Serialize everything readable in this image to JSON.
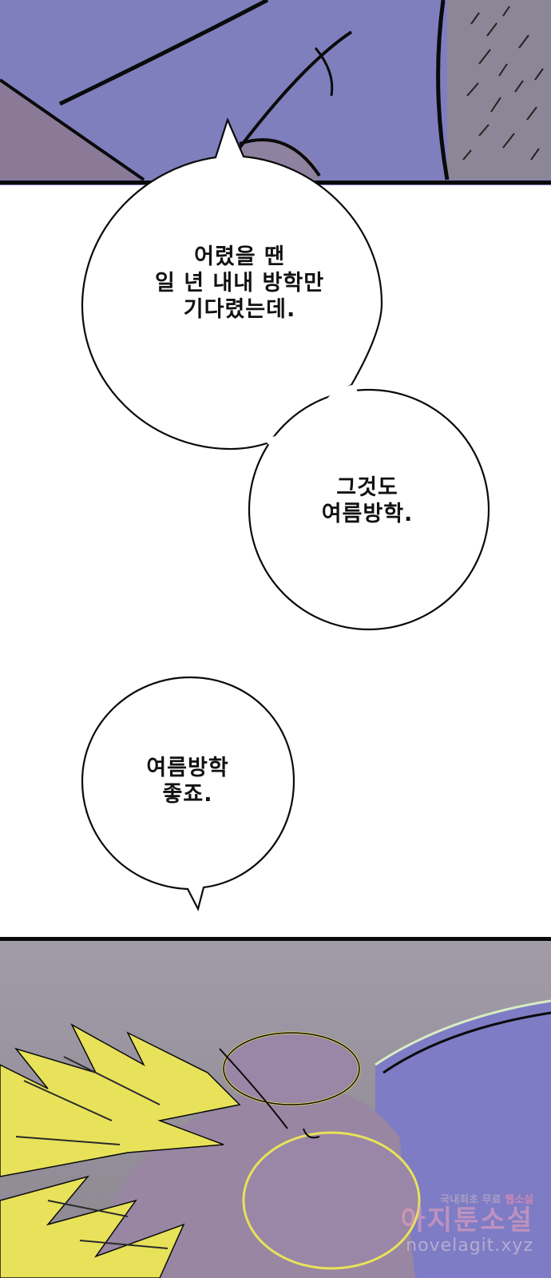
{
  "bubbles": [
    {
      "lines": [
        "어렸을 땐",
        "일 년 내내 방학만",
        "기다렸는데."
      ]
    },
    {
      "lines": [
        "그것도",
        "여름방학."
      ]
    },
    {
      "lines": [
        "여름방학",
        "좋죠."
      ]
    }
  ],
  "watermark": {
    "top_prefix": "국내최초 무료 ",
    "top_accent": "웹소설",
    "middle": "아지툰소설",
    "bottom": "novelagit.xyz"
  },
  "colors": {
    "sky_purple": "#7f7fbe",
    "shadow_violet": "#8a7a98",
    "hair_blond": "#e8e25a",
    "skin_mauve": "#9a86a4",
    "bg_grey": "#8f8a94",
    "ink": "#0a0a0a"
  }
}
